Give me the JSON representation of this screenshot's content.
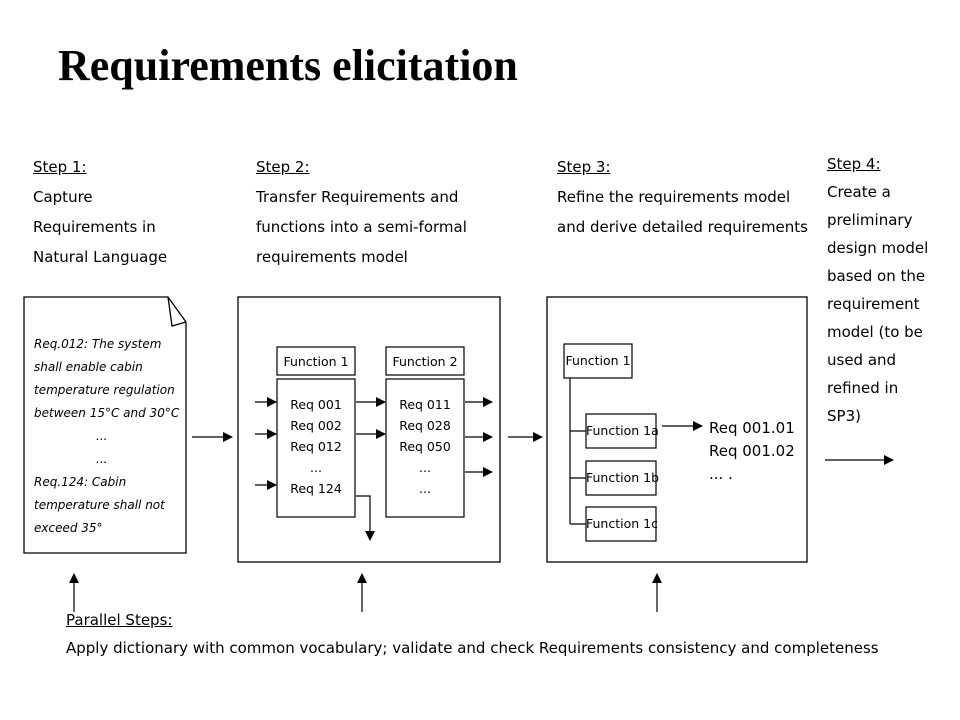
{
  "title": "Requirements elicitation",
  "step1": {
    "heading": "Step 1:",
    "lines": [
      "Capture",
      "Requirements in",
      "Natural Language"
    ]
  },
  "step2": {
    "heading": "Step 2:",
    "lines": [
      "Transfer Requirements and",
      "functions into a semi-formal",
      "requirements model"
    ]
  },
  "step3": {
    "heading": "Step 3:",
    "lines": [
      "Refine the requirements model",
      "and derive detailed requirements"
    ]
  },
  "step4": {
    "heading": "Step 4:",
    "lines": [
      "Create a",
      "preliminary",
      "design model",
      "based on the",
      "requirement",
      "model (to be",
      "used and",
      "refined in",
      "SP3)"
    ]
  },
  "document_note": {
    "lines": [
      "Req.012: The system",
      "shall enable cabin",
      "temperature regulation",
      "between 15°C and 30°C",
      "...",
      "...",
      "Req.124: Cabin",
      "temperature shall not",
      "exceed 35°"
    ]
  },
  "function1": {
    "label": "Function 1",
    "reqs": [
      "Req 001",
      "Req 002",
      "Req 012",
      "...",
      "Req 124"
    ]
  },
  "function2": {
    "label": "Function 2",
    "reqs": [
      "Req 011",
      "Req 028",
      "Req 050",
      "...",
      "..."
    ]
  },
  "refined": {
    "parent": "Function 1",
    "children": [
      "Function 1a",
      "Function 1b",
      "Function 1c"
    ],
    "detailed_reqs": [
      "Req 001.01",
      "Req 001.02",
      "... ."
    ]
  },
  "parallel": {
    "heading": "Parallel Steps:",
    "text": "Apply dictionary with common vocabulary; validate and check Requirements consistency and completeness"
  }
}
